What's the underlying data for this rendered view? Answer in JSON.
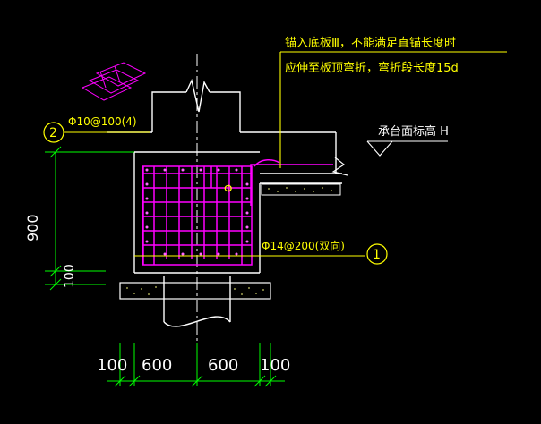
{
  "note": {
    "line1": "锚入底板Ⅲ，不能满足直锚长度时",
    "line2": "应伸至板顶弯折，弯折段长度15d"
  },
  "elevation": {
    "label": "承台面标高 H"
  },
  "callouts": [
    {
      "number": "2",
      "spec": "Φ10@100(4)"
    },
    {
      "number": "1",
      "spec": "Φ14@200(双向)"
    }
  ],
  "bar_label": "Φ",
  "vertical_dims": {
    "total": "900",
    "bottom": "100"
  },
  "horizontal_dims": [
    "100",
    "600",
    "600",
    "100"
  ],
  "colors": {
    "background": "#000000",
    "line": "#ffffff",
    "annotation": "#ffff00",
    "rebar": "#ff00ff",
    "dimension": "#00ff00"
  }
}
